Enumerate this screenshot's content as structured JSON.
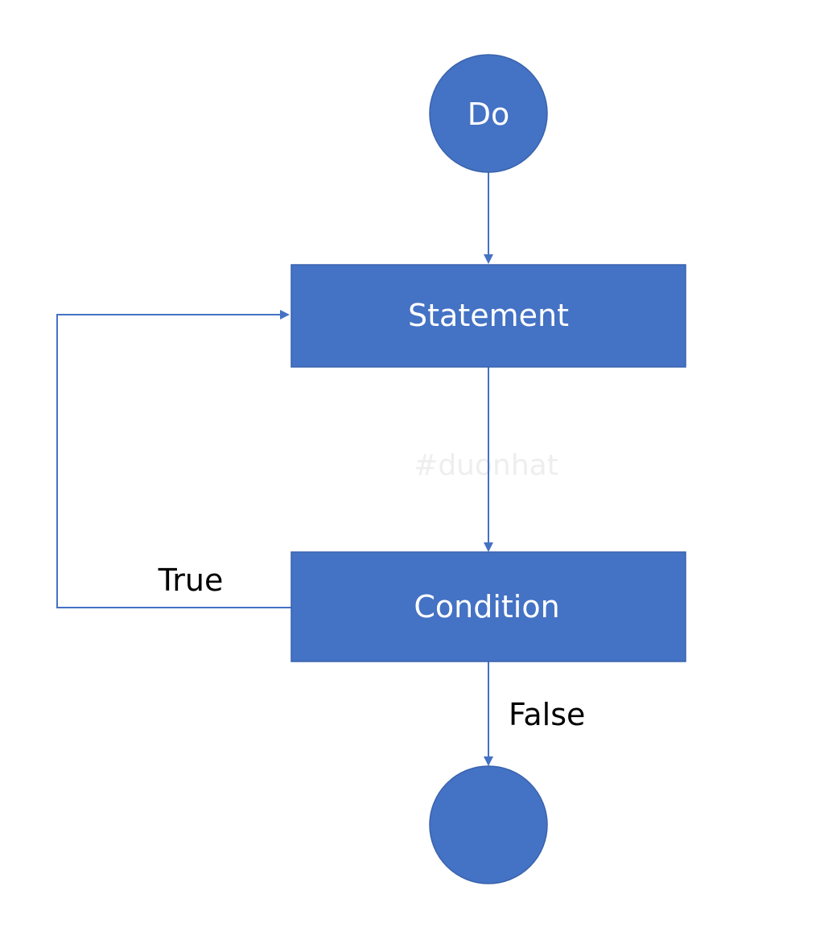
{
  "diagram": {
    "type": "flowchart",
    "theme_color": "#4472c4",
    "nodes": {
      "start": {
        "shape": "circle",
        "label": "Do"
      },
      "statement": {
        "shape": "rectangle",
        "label": "Statement"
      },
      "condition": {
        "shape": "rectangle",
        "label": "Condition"
      },
      "end": {
        "shape": "circle",
        "label": ""
      }
    },
    "edges": [
      {
        "from": "start",
        "to": "statement",
        "label": ""
      },
      {
        "from": "statement",
        "to": "condition",
        "label": ""
      },
      {
        "from": "condition",
        "to": "statement",
        "label": "True"
      },
      {
        "from": "condition",
        "to": "end",
        "label": "False"
      }
    ],
    "edge_labels": {
      "true_label": "True",
      "false_label": "False"
    },
    "watermark": "#duonhat"
  }
}
